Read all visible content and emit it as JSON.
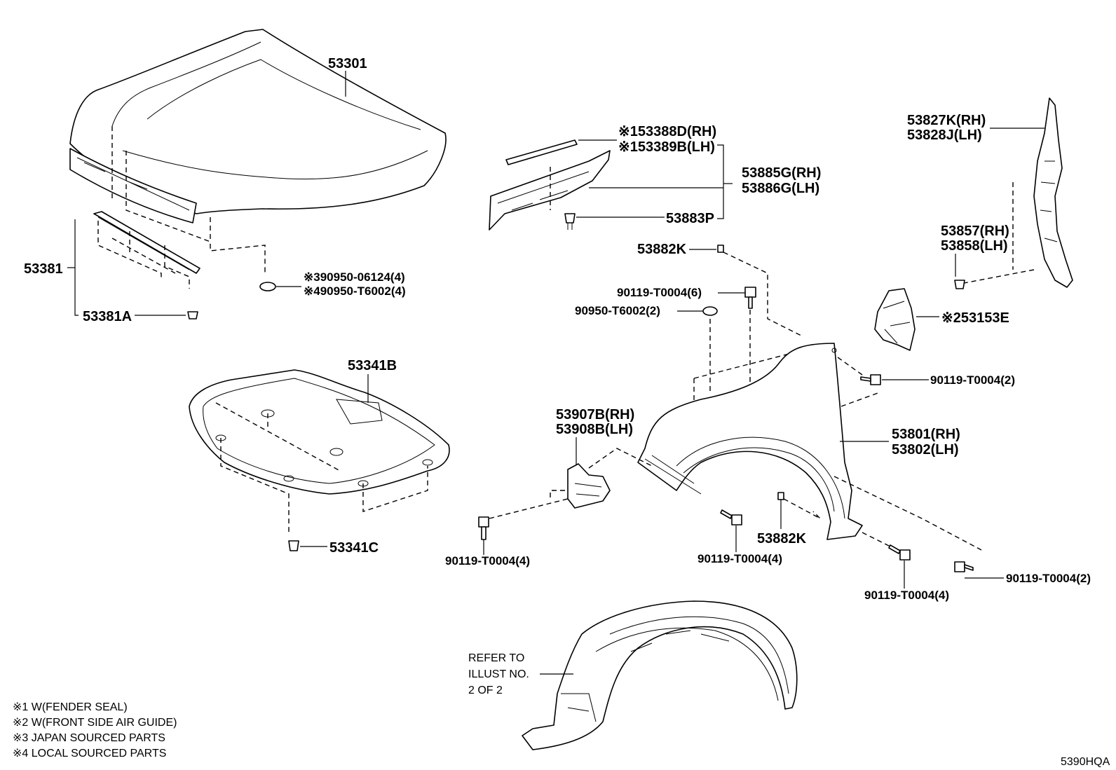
{
  "diagram": {
    "code": "5390HQA",
    "labels": {
      "hood": "53301",
      "hood_seal_bracket": "53381",
      "hood_seal_clip": "53381A",
      "hood_cushion_j": "※390950-06124(4)",
      "hood_cushion_l": "※490950-T6002(4)",
      "insulator": "53341B",
      "insulator_clip": "53341C",
      "seal_rh": "※153388D(RH)",
      "seal_lh": "※153389B(LH)",
      "bracket_rh": "53885G(RH)",
      "bracket_lh": "53886G(LH)",
      "bracket_clip": "53883P",
      "rear_seal_rh": "53827K(RH)",
      "rear_seal_lh": "53828J(LH)",
      "fender_seal_rh": "53857(RH)",
      "fender_seal_lh": "53858(LH)",
      "nut_top": "53882K",
      "bolt_top": "90119-T0004(6)",
      "cushion_top": "90950-T6002(2)",
      "air_guide": "※253153E",
      "bolt_air_guide": "90119-T0004(2)",
      "fender_rh": "53801(RH)",
      "fender_lh": "53802(LH)",
      "fender_bracket_rh": "53907B(RH)",
      "fender_bracket_lh": "53908B(LH)",
      "bolt_bracket": "90119-T0004(4)",
      "bolt_fender_front": "90119-T0004(4)",
      "nut_bottom": "53882K",
      "bolt_fender_lower": "90119-T0004(4)",
      "bolt_fender_rear": "90119-T0004(2)",
      "liner_ref_1": "REFER TO",
      "liner_ref_2": "ILLUST NO.",
      "liner_ref_3": "2 OF 2"
    },
    "notes": [
      "※1 W(FENDER SEAL)",
      "※2 W(FRONT SIDE AIR GUIDE)",
      "※3 JAPAN SOURCED PARTS",
      "※4 LOCAL SOURCED PARTS"
    ]
  }
}
